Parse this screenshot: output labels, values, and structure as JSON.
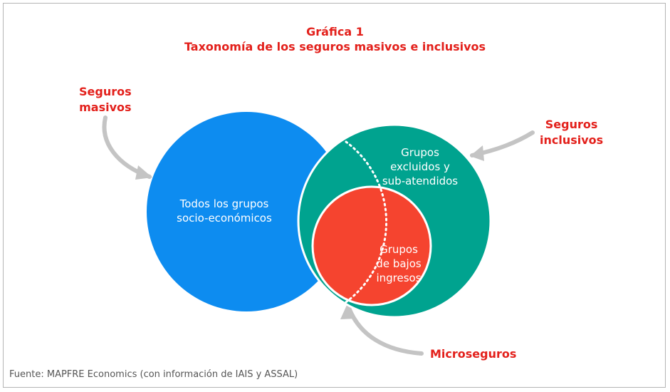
{
  "title": {
    "line1": "Gráfica 1",
    "line2": "Taxonomía de los seguros masivos e inclusivos"
  },
  "labels": {
    "masivos_line1": "Seguros",
    "masivos_line2": "masivos",
    "inclusivos_line1": "Seguros",
    "inclusivos_line2": "inclusivos",
    "microseguros": "Microseguros"
  },
  "circles": {
    "blue": {
      "line1": "Todos los grupos",
      "line2": "socio-económicos",
      "color": "#0d8cf0"
    },
    "green": {
      "line1": "Grupos",
      "line2": "excluidos y",
      "line3": "sub-atendidos",
      "color": "#00a38f"
    },
    "red": {
      "line1": "Grupos",
      "line2": "de bajos",
      "line3": "ingresos",
      "color": "#f5442f"
    }
  },
  "colors": {
    "accent": "#e3201b",
    "arrow": "#c4c4c4"
  },
  "footer": "Fuente: MAPFRE Economics (con información de IAIS y ASSAL)"
}
